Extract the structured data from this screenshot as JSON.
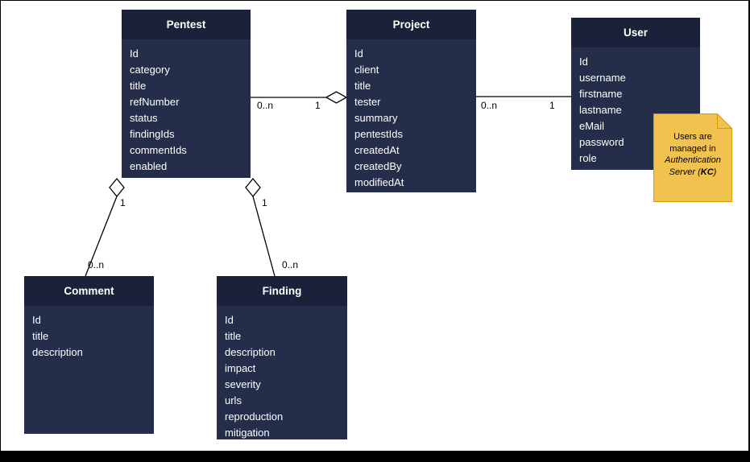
{
  "colors": {
    "entity_header_bg": "#1a2138",
    "entity_body_bg": "#242e4b",
    "entity_text": "#ffffff",
    "connector_line": "#000000",
    "diamond_fill": "#ffffff",
    "note_bg": "#f2c24e",
    "note_border": "#d79b00",
    "note_text": "#000000",
    "frame": "#000000"
  },
  "entities": {
    "pentest": {
      "title": "Pentest",
      "fields": [
        "Id",
        "category",
        "title",
        "refNumber",
        "status",
        "findingIds",
        "commentIds",
        "enabled"
      ]
    },
    "project": {
      "title": "Project",
      "fields": [
        "Id",
        "client",
        "title",
        "tester",
        "summary",
        "pentestIds",
        "createdAt",
        "createdBy",
        "modifiedAt"
      ]
    },
    "user": {
      "title": "User",
      "fields": [
        "Id",
        "username",
        "firstname",
        "lastname",
        "eMail",
        "password",
        "role"
      ]
    },
    "comment": {
      "title": "Comment",
      "fields": [
        "Id",
        "title",
        "description"
      ]
    },
    "finding": {
      "title": "Finding",
      "fields": [
        "Id",
        "title",
        "description",
        "impact",
        "severity",
        "urls",
        "reproduction",
        "mitigation"
      ]
    }
  },
  "relationships": [
    {
      "from": "Pentest",
      "to": "Project",
      "from_label": "0..n",
      "to_label": "1",
      "diamond": "project-side"
    },
    {
      "from": "Project",
      "to": "User",
      "from_label": "0..n",
      "to_label": "1",
      "diamond": "none"
    },
    {
      "from": "Pentest",
      "to": "Comment",
      "from_label": "1",
      "to_label": "0..n",
      "diamond": "pentest-side"
    },
    {
      "from": "Pentest",
      "to": "Finding",
      "from_label": "1",
      "to_label": "0..n",
      "diamond": "pentest-side"
    }
  ],
  "note": {
    "segments": [
      {
        "text": "Users are managed in "
      },
      {
        "text": "Authentication Server"
      },
      {
        "text": " ("
      },
      {
        "text": "KC"
      },
      {
        "text": ")"
      }
    ]
  }
}
